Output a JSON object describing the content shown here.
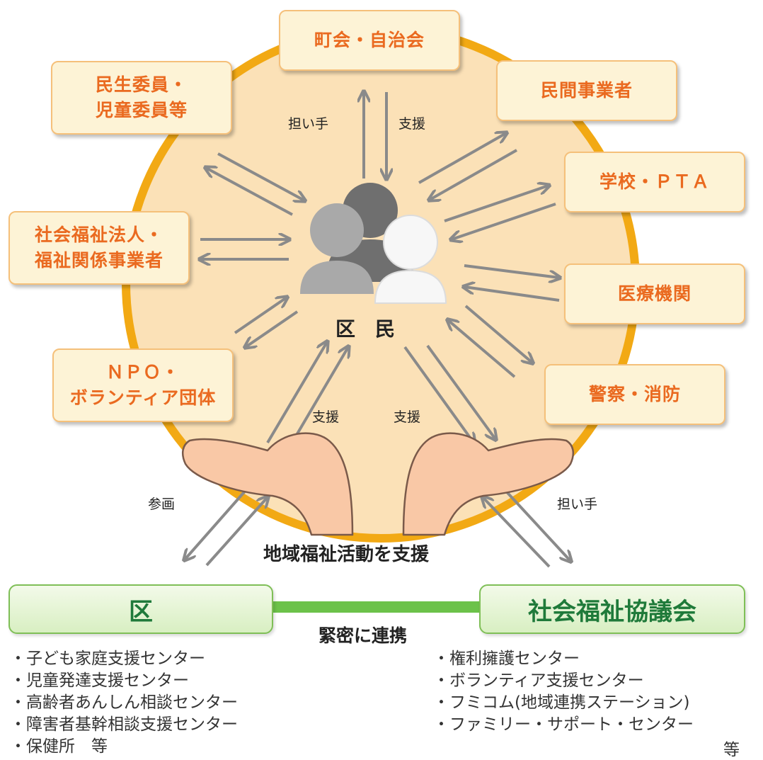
{
  "organizations": [
    "町会・自治会",
    "民間事業者",
    "学校・ＰＴＡ",
    "医療機関",
    "警察・消防",
    "ＮＰＯ・|ボランティア団体",
    "社会福祉法人・|福祉関係事業者",
    "民生委員・|児童委員等"
  ],
  "center_label": "区　民",
  "arrow_labels": {
    "top_left": "担い手",
    "top_right": "支援",
    "mid_left": "支援",
    "mid_right": "支援",
    "outer_left": "参画",
    "outer_right": "担い手"
  },
  "support_caption": "地域福祉活動を支援",
  "ward": {
    "title": "区",
    "items": [
      "子ども家庭支援センター",
      "児童発達支援センター",
      "高齢者あんしん相談センター",
      "障害者基幹相談支援センター",
      "保健所　等"
    ]
  },
  "council": {
    "title": "社会福祉協議会",
    "items": [
      "権利擁護センター",
      "ボランティア支援センター",
      "フミコム(地域連携ステーション)",
      "ファミリー・サポート・センター"
    ],
    "tail": "等"
  },
  "link_label": "緊密に連携",
  "colors": {
    "circle_fill": "#fbe1b7",
    "circle_ring": "#f2a914",
    "box_text": "#ea6a20",
    "box_fill": "#fdf3d6",
    "arrow": "#8a8a8a",
    "green": "#6cc24a",
    "green_text": "#1f7a3a"
  }
}
